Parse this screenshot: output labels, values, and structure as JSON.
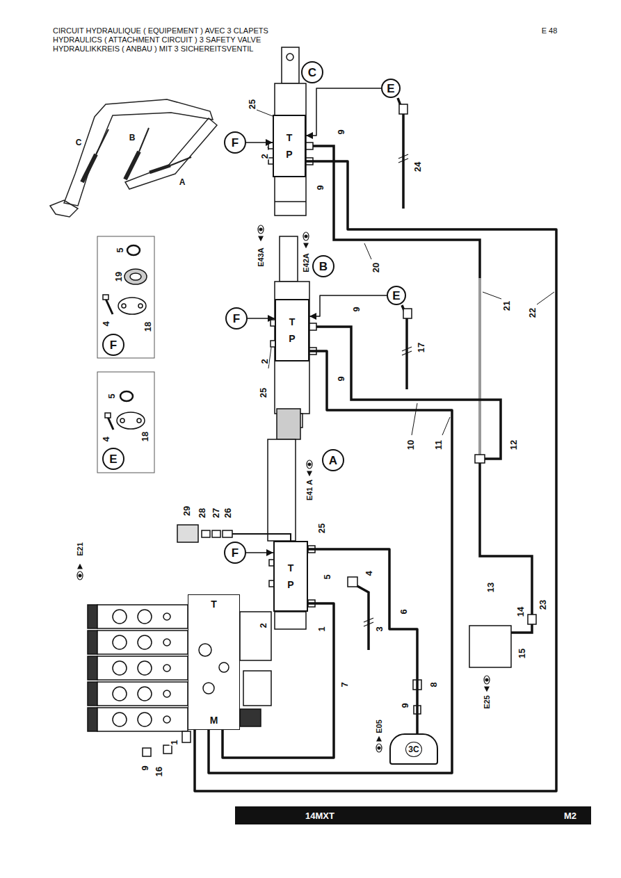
{
  "diagram": {
    "title": "CIRCUIT HYDRAULIQUE ( EQUIPEMENT ) AVEC 3 CLAPETS",
    "nodes": [
      {
        "text": [
          "C"
        ]
      },
      {
        "text": [
          "E"
        ]
      },
      {
        "text": [
          "F"
        ]
      },
      {
        "text": [
          "T",
          "P"
        ]
      },
      {
        "text": [
          "F"
        ]
      },
      {
        "text": [
          "B"
        ]
      },
      {
        "text": [
          "E"
        ]
      },
      {
        "text": [
          "F"
        ]
      },
      {
        "text": [
          "T",
          "P"
        ]
      },
      {
        "text": [
          "E"
        ]
      },
      {
        "text": [
          "A"
        ]
      },
      {
        "text": [
          "F"
        ]
      },
      {
        "text": [
          "T",
          "P"
        ]
      },
      {
        "text": [
          "T",
          "M"
        ]
      },
      {
        "text": [
          "3C"
        ]
      }
    ],
    "edges": [
      {
        "from": 2,
        "to": 3,
        "arrow": "to"
      },
      {
        "from": 1,
        "to": 3,
        "arrow": "to"
      },
      {
        "from": 7,
        "to": 8,
        "arrow": "to"
      },
      {
        "from": 6,
        "to": 8,
        "arrow": "to"
      },
      {
        "from": 11,
        "to": 12,
        "arrow": "to"
      },
      {
        "from": 3,
        "to": 13,
        "arrow": "none"
      },
      {
        "from": 8,
        "to": 13,
        "arrow": "none"
      },
      {
        "from": 12,
        "to": 13,
        "arrow": "none"
      },
      {
        "from": 12,
        "to": 14,
        "arrow": "none"
      }
    ],
    "labels": [
      "HYDRAULICS ( ATTACHMENT CIRCUIT ) 3 SAFETY VALVE",
      "HYDRAULIKKREIS ( ANBAU ) MIT 3 SICHEREITSVENTIL",
      "E 48",
      "C",
      "B",
      "A",
      "25",
      "2",
      "9",
      "9",
      "24",
      "E43A",
      "E42A",
      "20",
      "5",
      "19",
      "4",
      "18",
      "21",
      "22",
      "9",
      "17",
      "2",
      "25",
      "9",
      "5",
      "4",
      "18",
      "10",
      "11",
      "12",
      "E41 A",
      "29",
      "28",
      "27",
      "26",
      "25",
      "5",
      "4",
      "E21",
      "13",
      "23",
      "14",
      "2",
      "1",
      "3",
      "6",
      "15",
      "7",
      "8",
      "9",
      "E25",
      "E05",
      "1",
      "9",
      "16",
      "14MXT",
      "M2"
    ]
  }
}
